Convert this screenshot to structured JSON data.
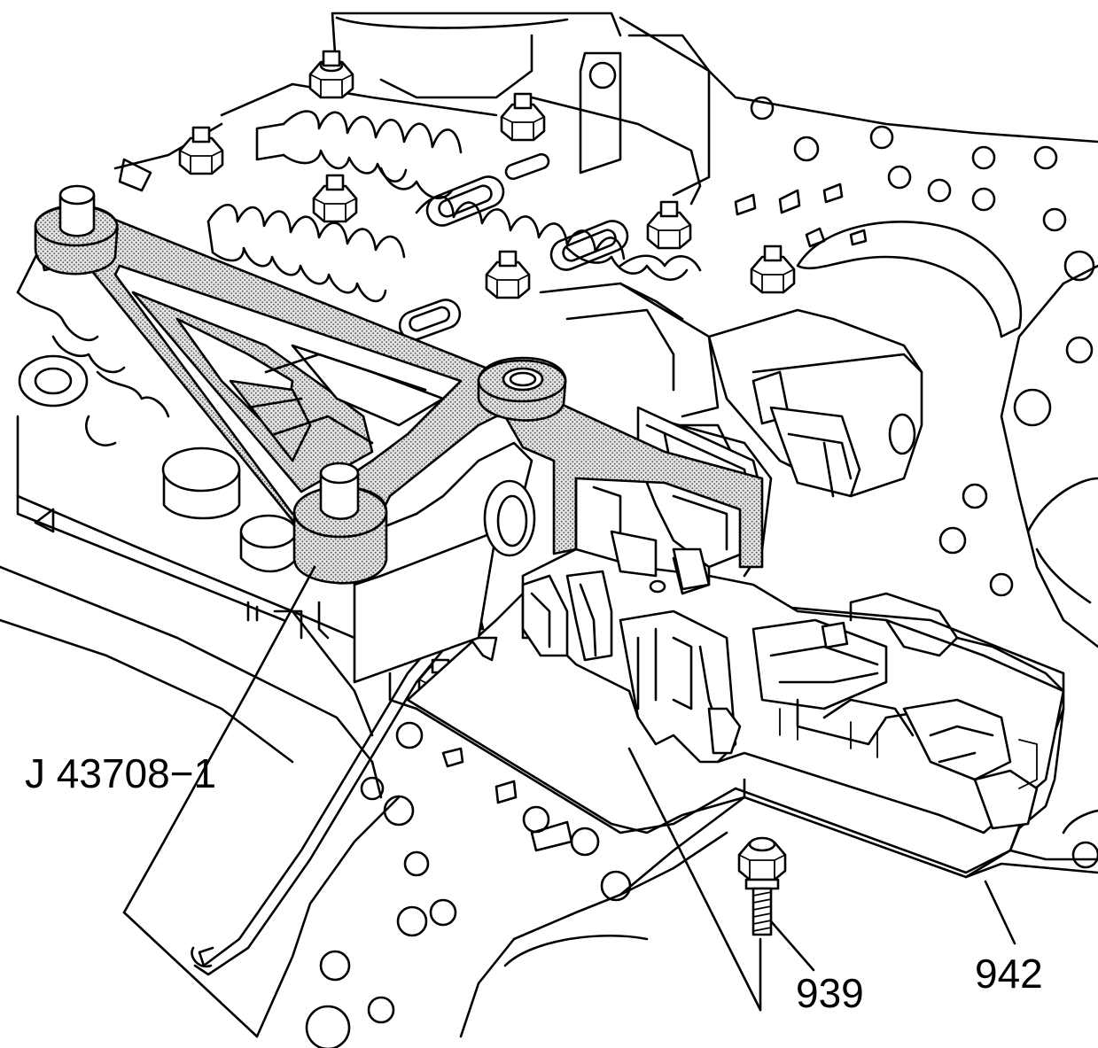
{
  "callouts": {
    "tool": "J 43708−1",
    "bolt": "939",
    "harness": "942"
  }
}
